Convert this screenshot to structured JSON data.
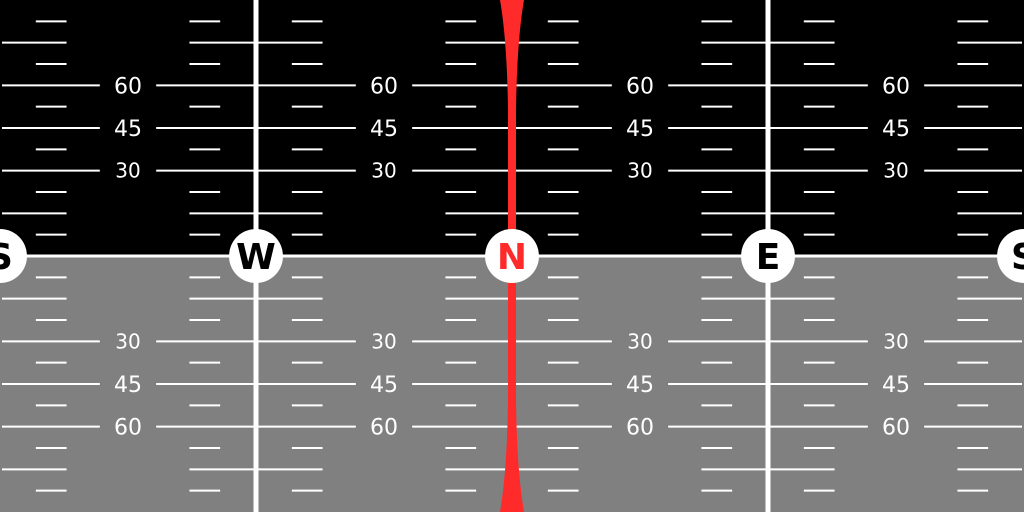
{
  "colors": {
    "sky": "#000000",
    "ground": "#808080",
    "lines": "#ffffff",
    "north": "#ff2a2a",
    "badge": "#ffffff",
    "badge_text": "#000000"
  },
  "heading": {
    "visible_range_deg": [
      -180,
      180
    ],
    "cardinals": [
      {
        "label": "S",
        "deg": -180
      },
      {
        "label": "W",
        "deg": -90
      },
      {
        "label": "N",
        "deg": 0,
        "highlight": true
      },
      {
        "label": "E",
        "deg": 90
      },
      {
        "label": "S",
        "deg": 180
      }
    ]
  },
  "pitch": {
    "visible_range_deg": [
      -90,
      90
    ],
    "labels": [
      "30",
      "45",
      "60"
    ],
    "label_degrees": [
      30,
      45,
      60
    ],
    "minor_step_deg": 7.5
  }
}
